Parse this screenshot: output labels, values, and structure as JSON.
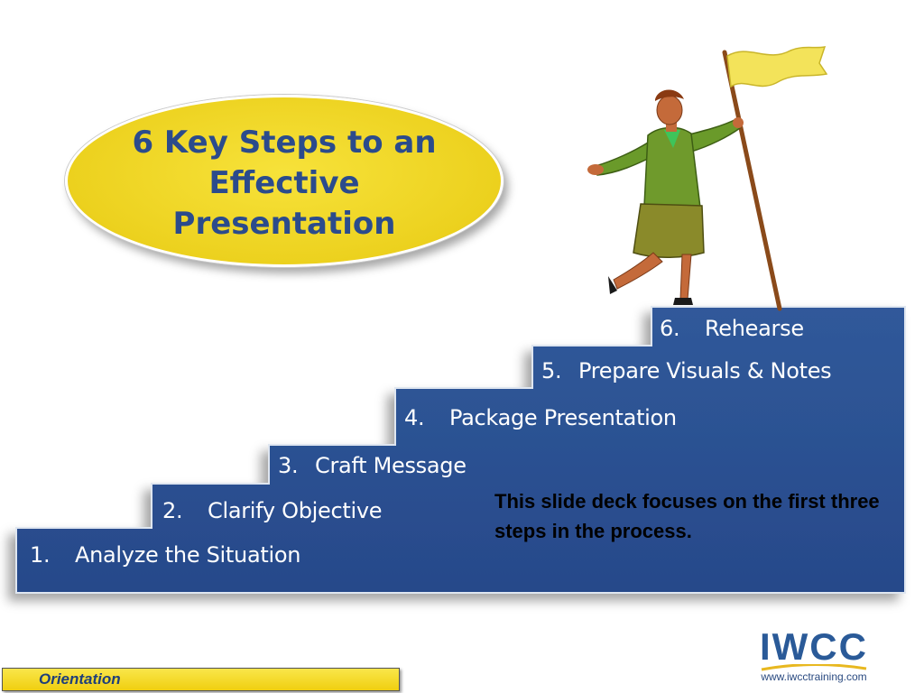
{
  "slide": {
    "title": "6 Key Steps to an Effective Presentation"
  },
  "steps": [
    {
      "num": "1.",
      "label": "Analyze the Situation"
    },
    {
      "num": "2.",
      "label": "Clarify Objective"
    },
    {
      "num": "3.",
      "label": "Craft Message"
    },
    {
      "num": "4.",
      "label": "Package Presentation"
    },
    {
      "num": "5.",
      "label": "Prepare Visuals & Notes"
    },
    {
      "num": "6.",
      "label": "Rehearse"
    }
  ],
  "note": "This slide deck focuses on the first three steps in the process.",
  "footer": {
    "section": "Orientation"
  },
  "logo": {
    "name": "IWCC",
    "url": "www.iwcctraining.com"
  },
  "colors": {
    "stairs": "#2c5390",
    "title_oval": "#ecd11e",
    "title_text": "#2b4b8c",
    "footer_bar": "#f2d520"
  },
  "icons": {
    "illustration": "person-with-flag-clipart"
  }
}
